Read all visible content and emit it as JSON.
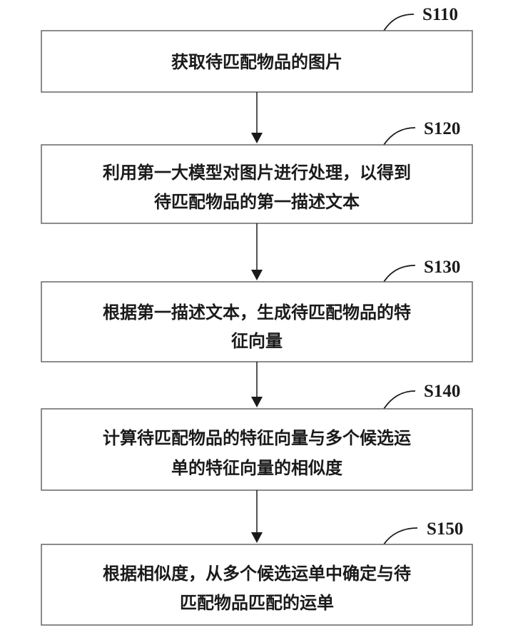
{
  "steps": [
    {
      "id": "S110",
      "lines": [
        "获取待匹配物品的图片"
      ]
    },
    {
      "id": "S120",
      "lines": [
        "利用第一大模型对图片进行处理，以得到",
        "待匹配物品的第一描述文本"
      ]
    },
    {
      "id": "S130",
      "lines": [
        "根据第一描述文本，生成待匹配物品的特",
        "征向量"
      ]
    },
    {
      "id": "S140",
      "lines": [
        "计算待匹配物品的特征向量与多个候选运",
        "单的特征向量的相似度"
      ]
    },
    {
      "id": "S150",
      "lines": [
        "根据相似度，从多个候选运单中确定与待",
        "匹配物品匹配的运单"
      ]
    }
  ]
}
